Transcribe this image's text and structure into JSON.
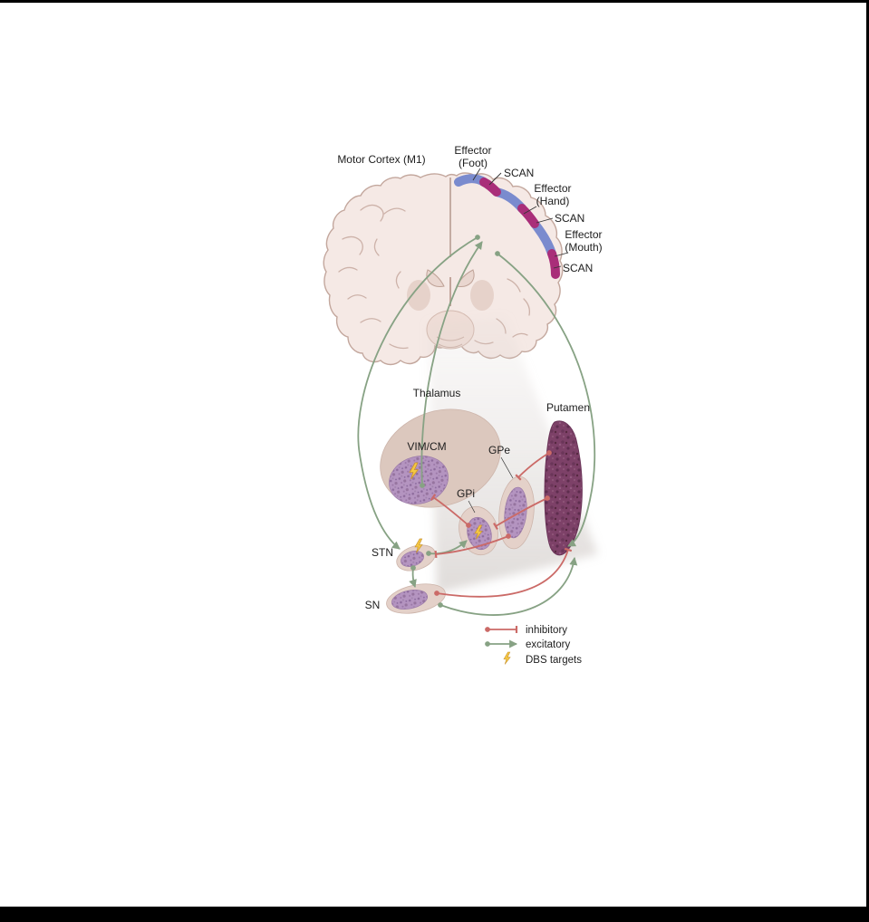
{
  "figure": {
    "labels": {
      "motor_cortex": "Motor Cortex (M1)",
      "effector_foot_l1": "Effector",
      "effector_foot_l2": "(Foot)",
      "scan_1": "SCAN",
      "effector_hand_l1": "Effector",
      "effector_hand_l2": "(Hand)",
      "scan_2": "SCAN",
      "effector_mouth_l1": "Effector",
      "effector_mouth_l2": "(Mouth)",
      "scan_3": "SCAN",
      "thalamus": "Thalamus",
      "putamen": "Putamen",
      "vim_cm": "VIM/CM",
      "gpe": "GPe",
      "gpi": "GPi",
      "stn": "STN",
      "sn": "SN"
    },
    "legend": {
      "inhibitory": "inhibitory",
      "excitatory": "excitatory",
      "dbs_targets": "DBS targets"
    },
    "colors": {
      "excitatory": "#87a284",
      "inhibitory": "#cb6a67",
      "dbs_bolt": "#f5c843",
      "effector_band": "#7a8bce",
      "scan_band": "#a92e79",
      "brain_fill": "#f5e9e5",
      "brain_outline": "#c3a79d",
      "thalamus_fill": "#dcc8be",
      "nucleus_outer_fill": "#e4d1c9",
      "nucleus_fill": "#b494c0",
      "putamen_fill": "#7d4168"
    }
  }
}
